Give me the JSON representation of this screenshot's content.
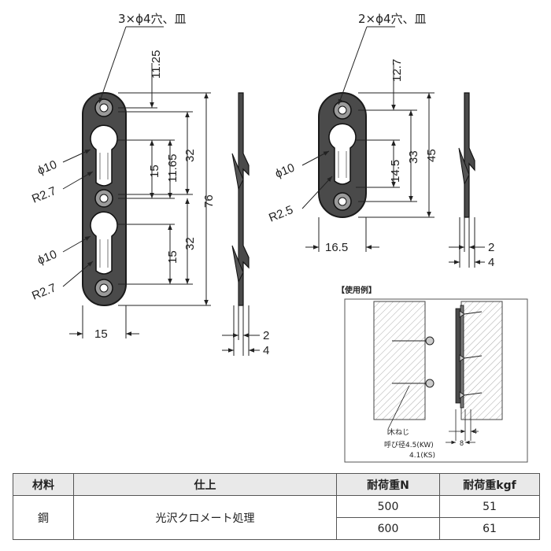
{
  "drawing_left": {
    "hole_callout": "3×ϕ4穴、皿",
    "dims": {
      "top_offset": "11.25",
      "slot_head": "11.65",
      "pitch_upper": "15",
      "pitch_lower": "15",
      "height_32_upper": "32",
      "height_32_lower": "32",
      "overall": "76",
      "width": "15",
      "thickness": "2",
      "depth": "4"
    },
    "labels": {
      "phi_upper": "ϕ10",
      "radius_upper": "R2.7",
      "phi_lower": "ϕ10",
      "radius_lower": "R2.7"
    }
  },
  "drawing_right": {
    "hole_callout": "2×ϕ4穴、皿",
    "dims": {
      "top_offset": "12.7",
      "slot": "14.5",
      "height_33": "33",
      "overall": "45",
      "width": "16.5",
      "thickness": "2",
      "depth": "4"
    },
    "labels": {
      "phi": "ϕ10",
      "radius": "R2.5"
    }
  },
  "usage": {
    "title": "【使用例】",
    "screw_label": "木ねじ",
    "screw_size_line1": "呼び径4.5(KW)",
    "screw_size_line2": "4.1(KS)",
    "dim_8": "8",
    "dim_4": "4"
  },
  "spec_table": {
    "headers": [
      "材料",
      "仕上",
      "耐荷重N",
      "耐荷重kgf"
    ],
    "material": "鋼",
    "finish": "光沢クロメート処理",
    "rows": [
      {
        "load_n": "500",
        "load_kgf": "51"
      },
      {
        "load_n": "600",
        "load_kgf": "61"
      }
    ]
  },
  "colors": {
    "plate": "#4a4a4a",
    "plate_edge": "#1a1a1a",
    "line": "#222222",
    "table_header": "#e9e9e9"
  }
}
